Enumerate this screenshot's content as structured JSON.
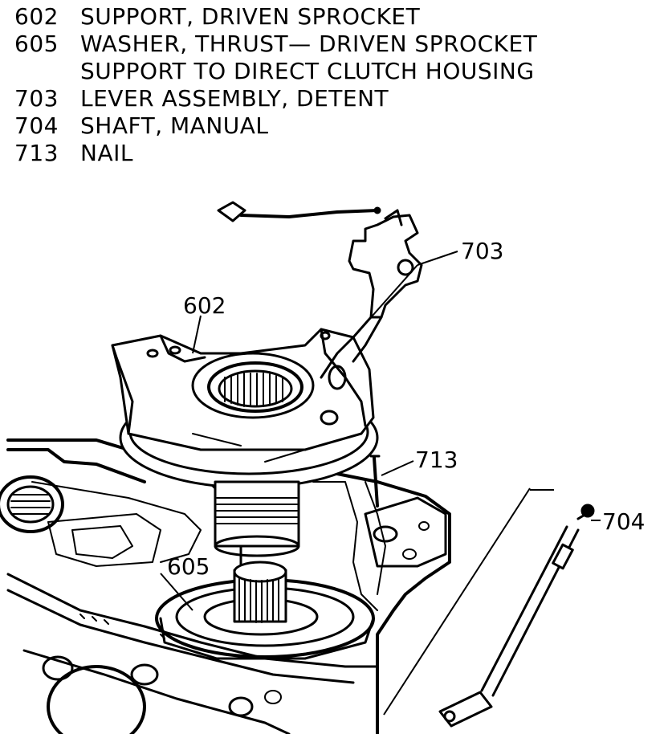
{
  "legend": [
    {
      "number": "602",
      "description": "SUPPORT, DRIVEN SPROCKET"
    },
    {
      "number": "605",
      "description": "WASHER, THRUST— DRIVEN SPROCKET"
    },
    {
      "number": "",
      "description": "SUPPORT TO DIRECT CLUTCH HOUSING"
    },
    {
      "number": "703",
      "description": "LEVER ASSEMBLY, DETENT"
    },
    {
      "number": "704",
      "description": "SHAFT, MANUAL"
    },
    {
      "number": "713",
      "description": "NAIL"
    }
  ],
  "callouts": {
    "c602": "602",
    "c605": "605",
    "c703": "703",
    "c704": "704",
    "c713": "713"
  }
}
